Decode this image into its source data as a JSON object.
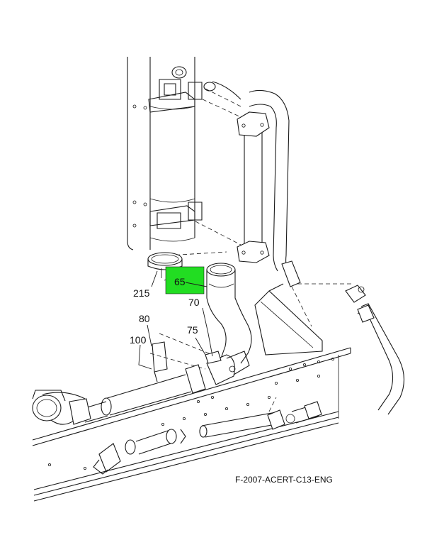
{
  "diagram": {
    "figure_id": "F-2007-ACERT-C13-ENG",
    "highlight_color": "#22dd22",
    "callouts": [
      {
        "id": "65",
        "label": "65",
        "highlighted": true
      },
      {
        "id": "70",
        "label": "70"
      },
      {
        "id": "75",
        "label": "75"
      },
      {
        "id": "80",
        "label": "80"
      },
      {
        "id": "100",
        "label": "100"
      },
      {
        "id": "215",
        "label": "215"
      }
    ]
  }
}
